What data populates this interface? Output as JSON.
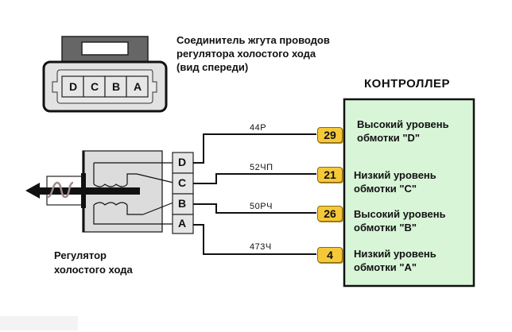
{
  "connector_view": {
    "caption_lines": [
      "Соединитель жгута проводов",
      "регулятора холостого хода",
      "(вид спереди)"
    ],
    "pins": [
      "D",
      "C",
      "B",
      "A"
    ]
  },
  "idle_regulator": {
    "caption_lines": [
      "Регулятор",
      "холостого хода"
    ],
    "pins": [
      "D",
      "C",
      "B",
      "A"
    ]
  },
  "controller": {
    "title": "КОНТРОЛЛЕР",
    "colors": {
      "fill": "#d8f5d8",
      "pin_fill": "#f5c83a"
    },
    "connections": [
      {
        "regulator_pin": "D",
        "wire": "44Р",
        "controller_pin": "29",
        "desc_lines": [
          "Высокий уровень",
          "обмотки \"D\""
        ]
      },
      {
        "regulator_pin": "C",
        "wire": "52ЧП",
        "controller_pin": "21",
        "desc_lines": [
          "Низкий уровень",
          "обмотки \"C\""
        ]
      },
      {
        "regulator_pin": "B",
        "wire": "50РЧ",
        "controller_pin": "26",
        "desc_lines": [
          "Высокий уровень",
          "обмотки \"B\""
        ]
      },
      {
        "regulator_pin": "A",
        "wire": "473Ч",
        "controller_pin": "4",
        "desc_lines": [
          "Низкий уровень",
          "обмотки \"A\""
        ]
      }
    ]
  }
}
